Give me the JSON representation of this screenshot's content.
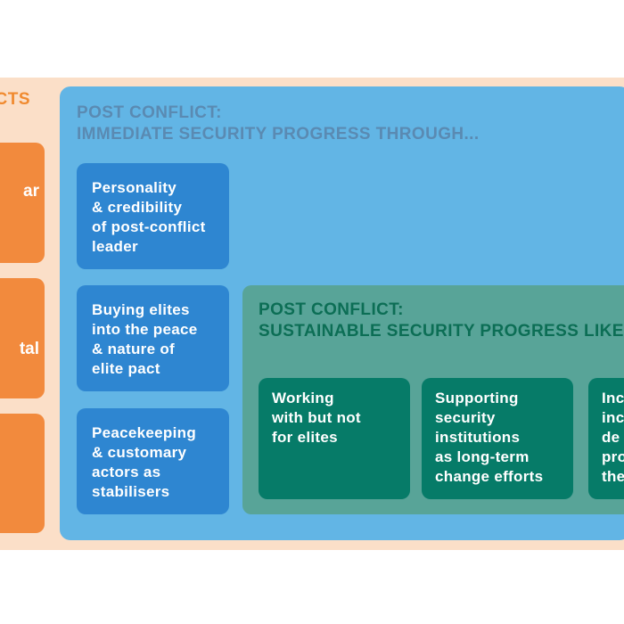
{
  "outer": {
    "title": "CTS",
    "boxes": [
      {
        "label": "ar"
      },
      {
        "label": "tal"
      },
      {
        "label": ""
      }
    ]
  },
  "immediate": {
    "title_line1": "POST CONFLICT:",
    "title_line2": "IMMEDIATE SECURITY PROGRESS THROUGH...",
    "boxes": [
      {
        "text": "Personality\n& credibility\nof post-conflict\nleader"
      },
      {
        "text": "Buying elites\ninto the peace\n& nature of\nelite pact"
      },
      {
        "text": "Peacekeeping\n& customary\nactors as\nstabilisers"
      }
    ]
  },
  "sustainable": {
    "title_line1": "POST CONFLICT:",
    "title_line2": "SUSTAINABLE SECURITY PROGRESS LIKELY",
    "boxes": [
      {
        "text": "Working\nwith but not\nfor elites"
      },
      {
        "text": "Supporting\nsecurity\ninstitutions\nas long-term\nchange efforts"
      },
      {
        "text": "Inc\ninc\nde\npro\nthe"
      }
    ]
  },
  "colors": {
    "outer_bg": "#fbdfc8",
    "orange": "#f28a3d",
    "blue_panel": "#62b5e5",
    "blue_box": "#2e86d1",
    "green_panel": "#58a498",
    "green_box": "#067b68"
  }
}
